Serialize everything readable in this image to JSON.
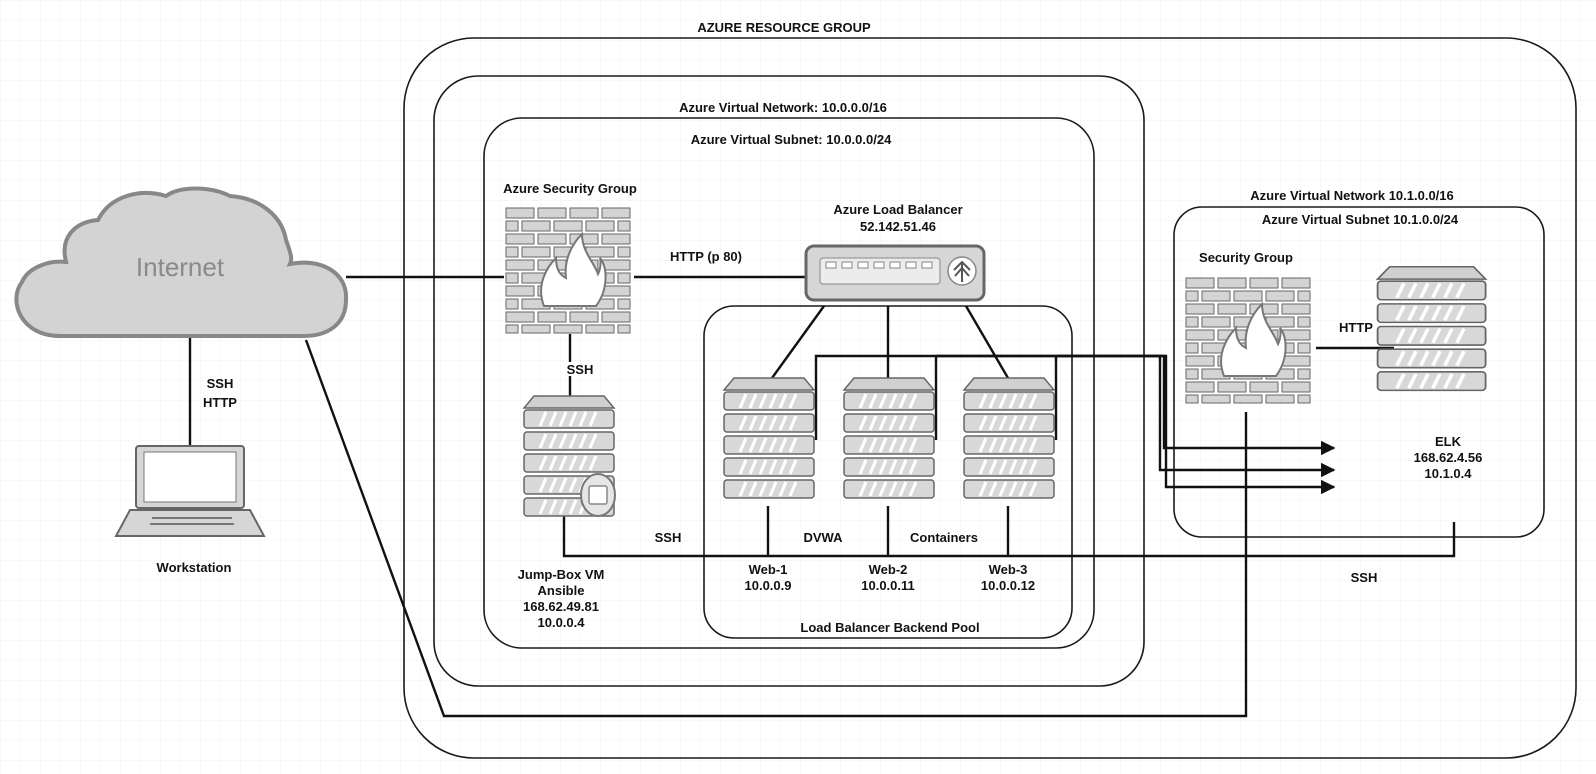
{
  "internet": {
    "label": "Internet"
  },
  "workstation": {
    "label": "Workstation",
    "link_label_1": "SSH",
    "link_label_2": "HTTP"
  },
  "resource_group": {
    "label": "AZURE RESOURCE GROUP"
  },
  "vnet1": {
    "label": "Azure Virtual Network: 10.0.0.0/16"
  },
  "subnet1": {
    "label": "Azure Virtual Subnet: 10.0.0.0/24"
  },
  "security_group1": {
    "label": "Azure Security Group"
  },
  "load_balancer": {
    "label": "Azure Load Balancer",
    "ip": "52.142.51.46"
  },
  "http_link": {
    "label": "HTTP (p 80)"
  },
  "ssh_sg_jump": {
    "label": "SSH"
  },
  "jumpbox": {
    "line1": "Jump-Box VM",
    "line2": "Ansible",
    "line3": "168.62.49.81",
    "line4": "10.0.0.4"
  },
  "backend_pool": {
    "label": "Load Balancer Backend Pool"
  },
  "bottom_labels": {
    "ssh": "SSH",
    "dvwa": "DVWA",
    "containers": "Containers",
    "ssh_right": "SSH"
  },
  "web1": {
    "name": "Web-1",
    "ip": "10.0.0.9"
  },
  "web2": {
    "name": "Web-2",
    "ip": "10.0.0.11"
  },
  "web3": {
    "name": "Web-3",
    "ip": "10.0.0.12"
  },
  "vnet2": {
    "label": "Azure Virtual Network 10.1.0.0/16"
  },
  "subnet2": {
    "label": "Azure Virtual Subnet 10.1.0.0/24"
  },
  "security_group2": {
    "label": "Security Group"
  },
  "elk_link": {
    "label": "HTTP"
  },
  "elk": {
    "name": "ELK",
    "ip1": "168.62.4.56",
    "ip2": "10.1.0.4"
  }
}
